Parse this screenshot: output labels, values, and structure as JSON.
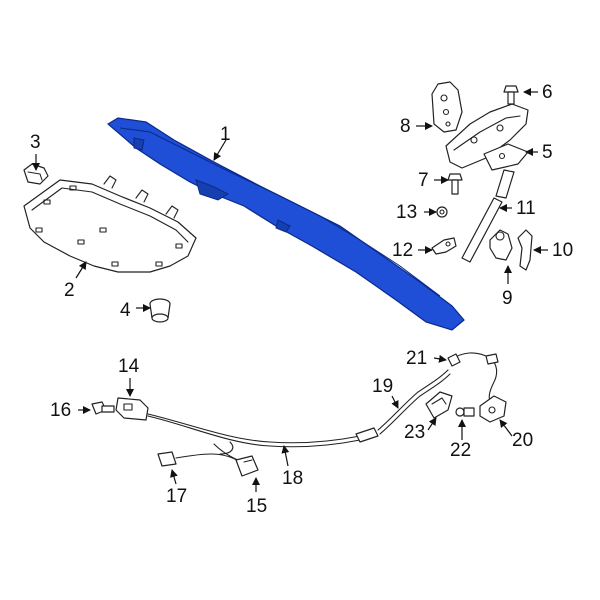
{
  "diagram": {
    "highlight_color": "#1e4fd6",
    "line_color": "#222222",
    "callouts": [
      {
        "id": "c1",
        "label": "1"
      },
      {
        "id": "c2",
        "label": "2"
      },
      {
        "id": "c3",
        "label": "3"
      },
      {
        "id": "c4",
        "label": "4"
      },
      {
        "id": "c5",
        "label": "5"
      },
      {
        "id": "c6",
        "label": "6"
      },
      {
        "id": "c7",
        "label": "7"
      },
      {
        "id": "c8",
        "label": "8"
      },
      {
        "id": "c9",
        "label": "9"
      },
      {
        "id": "c10",
        "label": "10"
      },
      {
        "id": "c11",
        "label": "11"
      },
      {
        "id": "c12",
        "label": "12"
      },
      {
        "id": "c13",
        "label": "13"
      },
      {
        "id": "c14",
        "label": "14"
      },
      {
        "id": "c15",
        "label": "15"
      },
      {
        "id": "c16",
        "label": "16"
      },
      {
        "id": "c17",
        "label": "17"
      },
      {
        "id": "c18",
        "label": "18"
      },
      {
        "id": "c19",
        "label": "19"
      },
      {
        "id": "c20",
        "label": "20"
      },
      {
        "id": "c21",
        "label": "21"
      },
      {
        "id": "c22",
        "label": "22"
      },
      {
        "id": "c23",
        "label": "23"
      }
    ]
  }
}
